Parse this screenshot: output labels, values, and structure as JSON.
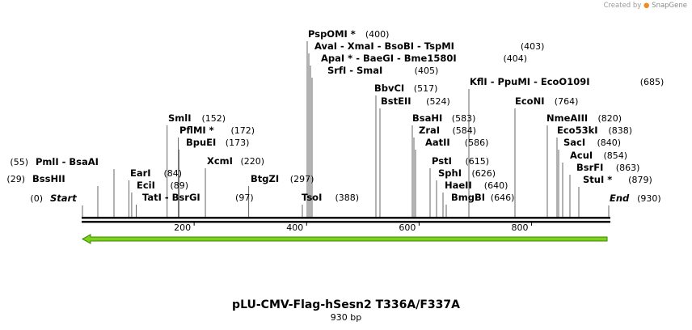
{
  "credit": {
    "prefix": "Created by",
    "brand": "SnapGene"
  },
  "title": "pLU-CMV-Flag-hSesn2 T336A/F337A",
  "subtitle": "930 bp",
  "sequence_length": 930,
  "ruler_ticks": [
    "200",
    "400",
    "600",
    "800"
  ],
  "colors": {
    "feature_arrow": "#7fd11b",
    "feature_outline": "#3a8a00",
    "backbone": "#000000",
    "site_line": "#555555"
  },
  "sites": [
    {
      "name": "Start",
      "pos": "(0)",
      "bp": 0,
      "italic": true,
      "pos_left": true
    },
    {
      "name": "BssHII",
      "pos": "(29)",
      "bp": 29,
      "pos_left": true
    },
    {
      "name": "PmlI  -  BsaAI",
      "pos": "(55)",
      "bp": 55,
      "pos_left": true
    },
    {
      "name": "EarI",
      "pos": "(84)",
      "bp": 84
    },
    {
      "name": "EciI",
      "pos": "(89)",
      "bp": 89
    },
    {
      "name": "TatI  -  BsrGI",
      "pos": "(97)",
      "bp": 97
    },
    {
      "name": "SmlI",
      "pos": "(152)",
      "bp": 152
    },
    {
      "name": "PflMI *",
      "pos": "(172)",
      "bp": 172
    },
    {
      "name": "BpuEI",
      "pos": "(173)",
      "bp": 173
    },
    {
      "name": "XcmI",
      "pos": "(220)",
      "bp": 220
    },
    {
      "name": "BtgZI",
      "pos": "(297)",
      "bp": 297
    },
    {
      "name": "TsoI",
      "pos": "(388)",
      "bp": 388
    },
    {
      "name": "PspOMI *",
      "pos": "(400)",
      "bp": 400
    },
    {
      "name": "AvaI  -  XmaI  -  BsoBI  -  TspMI",
      "pos": "(403)",
      "bp": 403
    },
    {
      "name": "ApaI *  -  BaeGI  -  Bme1580I",
      "pos": "(404)",
      "bp": 404
    },
    {
      "name": "SrfI  -  SmaI",
      "pos": "(405)",
      "bp": 405
    },
    {
      "name": "BbvCI",
      "pos": "(517)",
      "bp": 517
    },
    {
      "name": "BstEII",
      "pos": "(524)",
      "bp": 524
    },
    {
      "name": "BsaHI",
      "pos": "(583)",
      "bp": 583
    },
    {
      "name": "ZraI",
      "pos": "(584)",
      "bp": 584
    },
    {
      "name": "AatII",
      "pos": "(586)",
      "bp": 586
    },
    {
      "name": "PstI",
      "pos": "(615)",
      "bp": 615
    },
    {
      "name": "SphI",
      "pos": "(626)",
      "bp": 626
    },
    {
      "name": "HaeII",
      "pos": "(640)",
      "bp": 640
    },
    {
      "name": "BmgBI",
      "pos": "(646)",
      "bp": 646
    },
    {
      "name": "KflI  -  PpuMI  -  EcoO109I",
      "pos": "(685)",
      "bp": 685
    },
    {
      "name": "EcoNI",
      "pos": "(764)",
      "bp": 764
    },
    {
      "name": "NmeAIII",
      "pos": "(820)",
      "bp": 820
    },
    {
      "name": "Eco53kI",
      "pos": "(838)",
      "bp": 838
    },
    {
      "name": "SacI",
      "pos": "(840)",
      "bp": 840
    },
    {
      "name": "AcuI",
      "pos": "(854)",
      "bp": 854
    },
    {
      "name": "BsrFI",
      "pos": "(863)",
      "bp": 863
    },
    {
      "name": "StuI *",
      "pos": "(879)",
      "bp": 879
    },
    {
      "name": "End",
      "pos": "(930)",
      "bp": 930,
      "italic": true
    }
  ]
}
